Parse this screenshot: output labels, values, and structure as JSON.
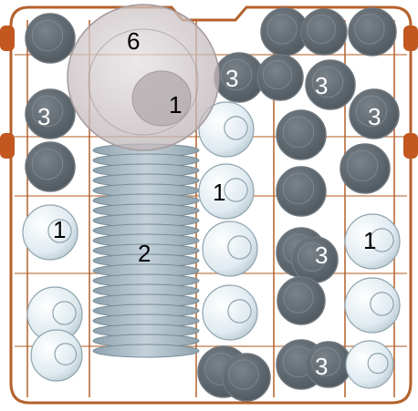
{
  "diagram": {
    "colors": {
      "rack": "#b4622c",
      "hinge": "#c2571f",
      "glass_dark": "#5d656c",
      "glass_dark_edge": "#6f777e",
      "cup": "#e4eef3",
      "cup_edge": "#8fa4ae",
      "plate": "#9fb1bc",
      "plate_edge": "#7a8d98",
      "bowl": "#d2cacc"
    },
    "labels": {
      "bowl": "6",
      "cup_under_bowl": "1",
      "glass_top_mid": "3",
      "glass_top_right": "3",
      "glass_left": "3",
      "glass_right_upper": "3",
      "cup_mid_upper": "1",
      "cup_left": "1",
      "plates": "2",
      "glass_right_mid": "3",
      "cup_right": "1",
      "glass_bottom_right": "3"
    }
  }
}
